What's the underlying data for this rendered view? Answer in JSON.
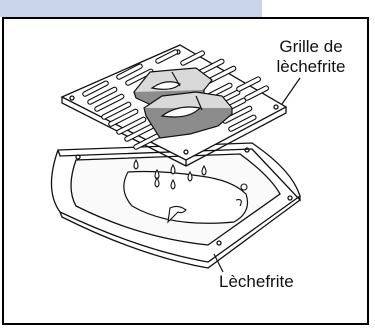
{
  "labels": {
    "rack_line1": "Grille de",
    "rack_line2": "lèchefrite",
    "pan": "Lèchefrite"
  },
  "colors": {
    "header_band": "#c9d6ea",
    "line": "#111111",
    "meat": "#8c8c8c",
    "meat_light": "#d9d9d9",
    "pan_fill": "#f2f2f2"
  }
}
